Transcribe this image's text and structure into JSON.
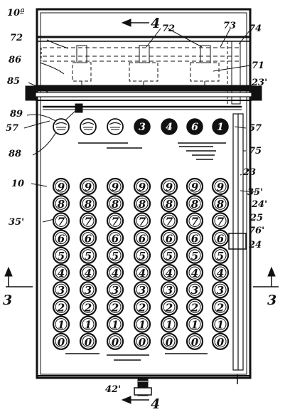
{
  "figure": {
    "keyboard": {
      "columns": 7,
      "rows": [
        "9",
        "8",
        "7",
        "6",
        "5",
        "4",
        "3",
        "2",
        "1",
        "0"
      ]
    },
    "windows": [
      "",
      "",
      "",
      "3",
      "4",
      "6",
      "1"
    ],
    "labels": {
      "l10a": "10ª",
      "l4_top": "4",
      "l72": "72",
      "l72b": "72",
      "l73": "73",
      "l74": "74",
      "l86": "86",
      "l71": "71",
      "l85": "85",
      "l23p": "23'",
      "l89": "89",
      "l57_left": "57",
      "l57_right": "57",
      "l88": "88",
      "l75": "75",
      "l10": "10",
      "l23": "23",
      "l35p_right": "35'",
      "l24p": "24'",
      "l25": "25",
      "l35p_left": "35'",
      "l76p": "76'",
      "l24": "24",
      "l3_left": "3",
      "l3_right": "3",
      "l42p": "42'",
      "l4_bottom": "4"
    }
  }
}
